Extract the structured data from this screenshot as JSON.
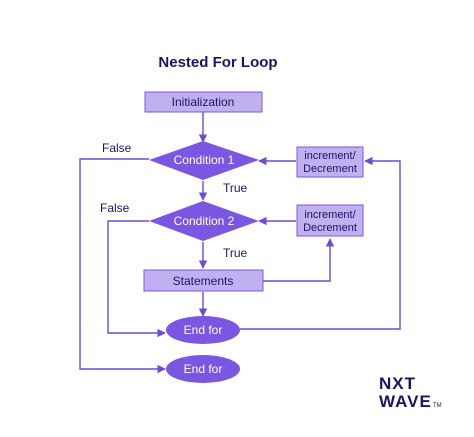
{
  "title": "Nested For Loop",
  "nodes": {
    "initialization": "Initialization",
    "condition1": "Condition 1",
    "condition2": "Condition 2",
    "statements": "Statements",
    "increment1_line1": "increment/",
    "increment1_line2": "Decrement",
    "increment2_line1": "increment/",
    "increment2_line2": "Decrement",
    "endfor_inner": "End for",
    "endfor_outer": "End for"
  },
  "edge_labels": {
    "cond1_false": "False",
    "cond1_true": "True",
    "cond2_false": "False",
    "cond2_true": "True"
  },
  "logo": {
    "line1": "NXT",
    "line2": "WAVE",
    "tm": "TM"
  },
  "colors": {
    "dark_fill": "#7b56e3",
    "light_fill": "#c0b0f0",
    "line": "#6c4bd8",
    "text_dark": "#1b1464"
  }
}
